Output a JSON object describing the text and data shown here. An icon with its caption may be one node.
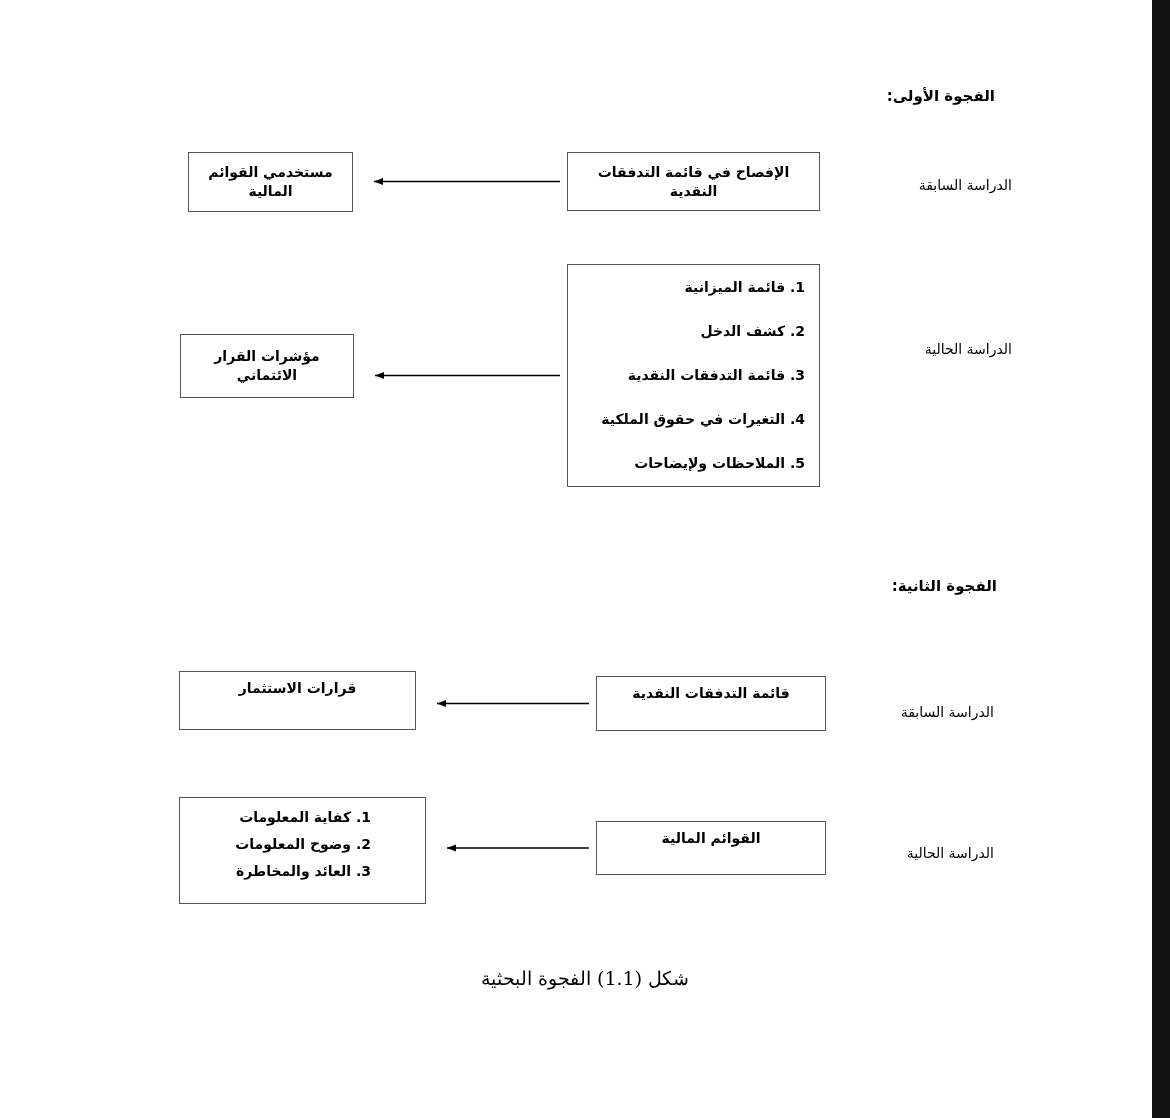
{
  "diagram": {
    "caption": "شكل (1.1) الفجوة البحثية",
    "nodes": [
      {
        "text": [
          "الإفصاح في قائمة التدفقات النقدية"
        ]
      },
      {
        "text": [
          "مستخدمي القوائم المالية"
        ]
      },
      {
        "text": [
          "1. قائمة الميزانية",
          "2. كشف الدخل",
          "3. قائمة التدفقات النقدية",
          "4. التغيرات في حقوق الملكية",
          "5. الملاحظات ولإيضاحات"
        ]
      },
      {
        "text": [
          "مؤشرات القرار الائتماني"
        ]
      },
      {
        "text": [
          "قائمة التدفقات النقدية"
        ]
      },
      {
        "text": [
          "قرارات الاستثمار"
        ]
      },
      {
        "text": [
          "القوائم المالية"
        ]
      },
      {
        "text": [
          "1. كفاية المعلومات",
          "2. وضوح المعلومات",
          "3. العائد والمخاطرة"
        ]
      }
    ],
    "edges": [
      {
        "from": 0,
        "to": 1,
        "arrow": "to"
      },
      {
        "from": 2,
        "to": 3,
        "arrow": "to"
      },
      {
        "from": 4,
        "to": 5,
        "arrow": "to"
      },
      {
        "from": 6,
        "to": 7,
        "arrow": "to"
      }
    ],
    "labels": [
      "الفجوة الأولى:",
      "الدراسة السابقة",
      "الدراسة الحالية",
      "الفجوة الثانية:",
      "الدراسة السابقة",
      "الدراسة الحالية"
    ]
  }
}
